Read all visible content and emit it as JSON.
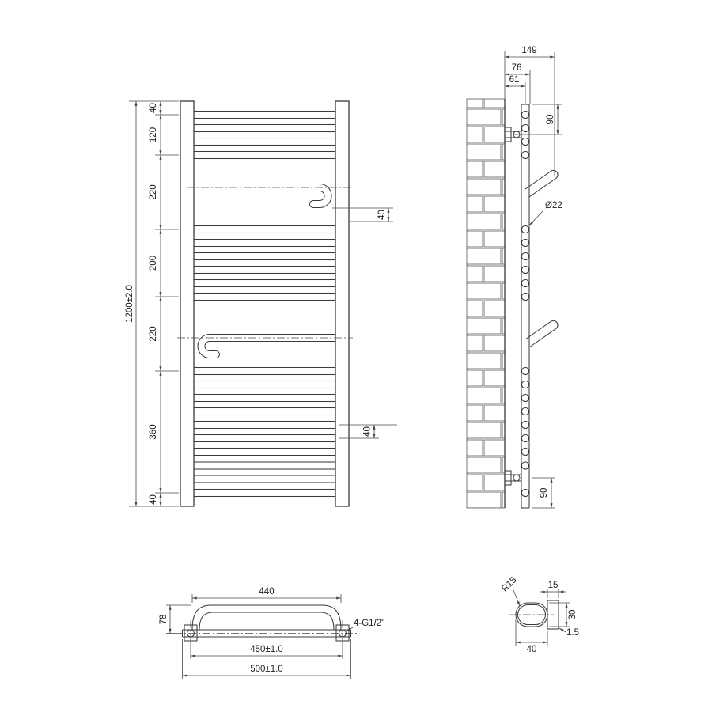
{
  "views": {
    "front": {
      "overall_height": "1200±2.0",
      "segments": [
        "40",
        "120",
        "220",
        "200",
        "220",
        "360",
        "40"
      ],
      "bar_offset": "40",
      "rung_pitch": "40"
    },
    "side": {
      "depth_total": "149",
      "depth_bracket": "76",
      "depth_tube": "61",
      "top_offset": "90",
      "bottom_offset": "90",
      "tube_diameter": "Ø22"
    },
    "bottom": {
      "bar_width": "440",
      "bar_depth": "78",
      "tapping_centers": "450±1.0",
      "overall_width": "500±1.0",
      "tappings": "4-G1/2\""
    },
    "detail": {
      "radius": "R15",
      "tab_width": "15",
      "height": "30",
      "wall_thickness": "1.5",
      "width": "40"
    }
  }
}
